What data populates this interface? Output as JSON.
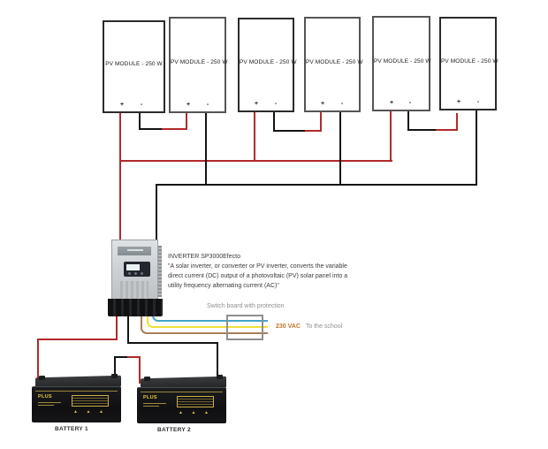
{
  "pv_modules": [
    {
      "label": "PV MODULE - 250 W",
      "plus": "+",
      "minus": "-"
    },
    {
      "label": "PV MODULE - 250 W",
      "plus": "+",
      "minus": "-"
    },
    {
      "label": "PV MODULE - 250 W",
      "plus": "+",
      "minus": "-"
    },
    {
      "label": "PV MODULE - 250 W",
      "plus": "+",
      "minus": "-"
    },
    {
      "label": "PV MODULE - 250 W",
      "plus": "+",
      "minus": "-"
    },
    {
      "label": "PV MODULE - 250 W",
      "plus": "+",
      "minus": "-"
    }
  ],
  "inverter": {
    "title": "INVERTER SP3000Efecto",
    "quote_line1": "\"A solar inverter, or converter or PV inverter, converts the variable",
    "quote_line2": "direct current (DC) output of a photovoltaic (PV) solar panel into a",
    "quote_line3": "utility frequency alternating current (AC)\""
  },
  "switchboard": {
    "label": "Switch board with protection",
    "voltage": "230 VAC",
    "destination": "To the school"
  },
  "batteries": [
    {
      "label": "BATTERY 1",
      "brand": "PLUS"
    },
    {
      "label": "BATTERY 2",
      "brand": "PLUS"
    }
  ],
  "colors": {
    "wire_positive": "#b22a2a",
    "wire_negative": "#141414",
    "wire_ac_live": "#44a4c8",
    "wire_ac_neutral": "#efe03c",
    "wire_ac_earth": "#a97f58",
    "muted_text": "#8f8f8f",
    "vac_text": "#c0752e"
  }
}
